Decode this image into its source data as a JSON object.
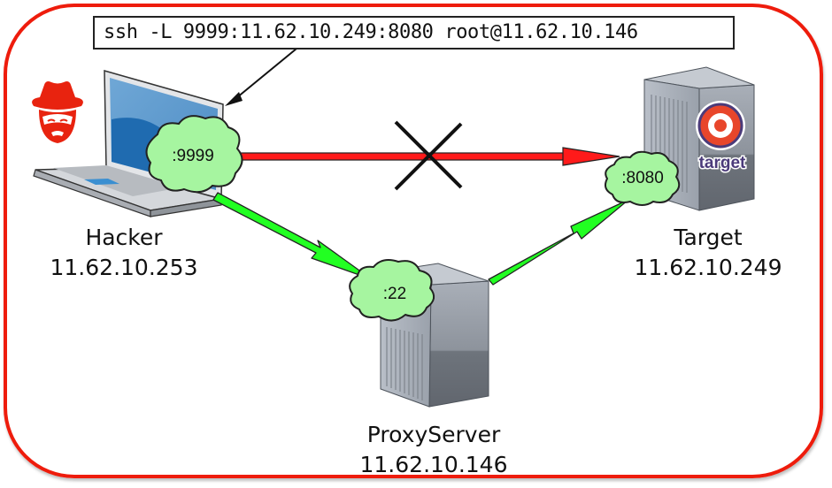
{
  "diagram": {
    "title": "SSH local port forwarding",
    "command": "ssh -L 9999:11.62.10.249:8080 root@11.62.10.146",
    "colors": {
      "frame": "#ee1c0c",
      "blocked_arrow": "#ff1a1a",
      "allowed_arrow": "#22ff22",
      "port_cloud": "#a6f5a0",
      "hacker_icon": "#e8230f",
      "target_logo": "#e8462b"
    },
    "nodes": {
      "hacker": {
        "name": "Hacker",
        "ip": "11.62.10.253",
        "port": ":9999",
        "icon": "laptop-icon"
      },
      "proxy": {
        "name": "ProxyServer",
        "ip": "11.62.10.146",
        "port": ":22",
        "icon": "server-icon"
      },
      "target": {
        "name": "Target",
        "ip": "11.62.10.249",
        "port": ":8080",
        "icon": "server-icon",
        "logo_text": "target"
      }
    },
    "edges": [
      {
        "from": "hacker",
        "to": "target",
        "status": "blocked",
        "marker": "x-mark"
      },
      {
        "from": "hacker",
        "to": "proxy",
        "status": "allowed"
      },
      {
        "from": "proxy",
        "to": "target",
        "status": "allowed"
      }
    ]
  }
}
